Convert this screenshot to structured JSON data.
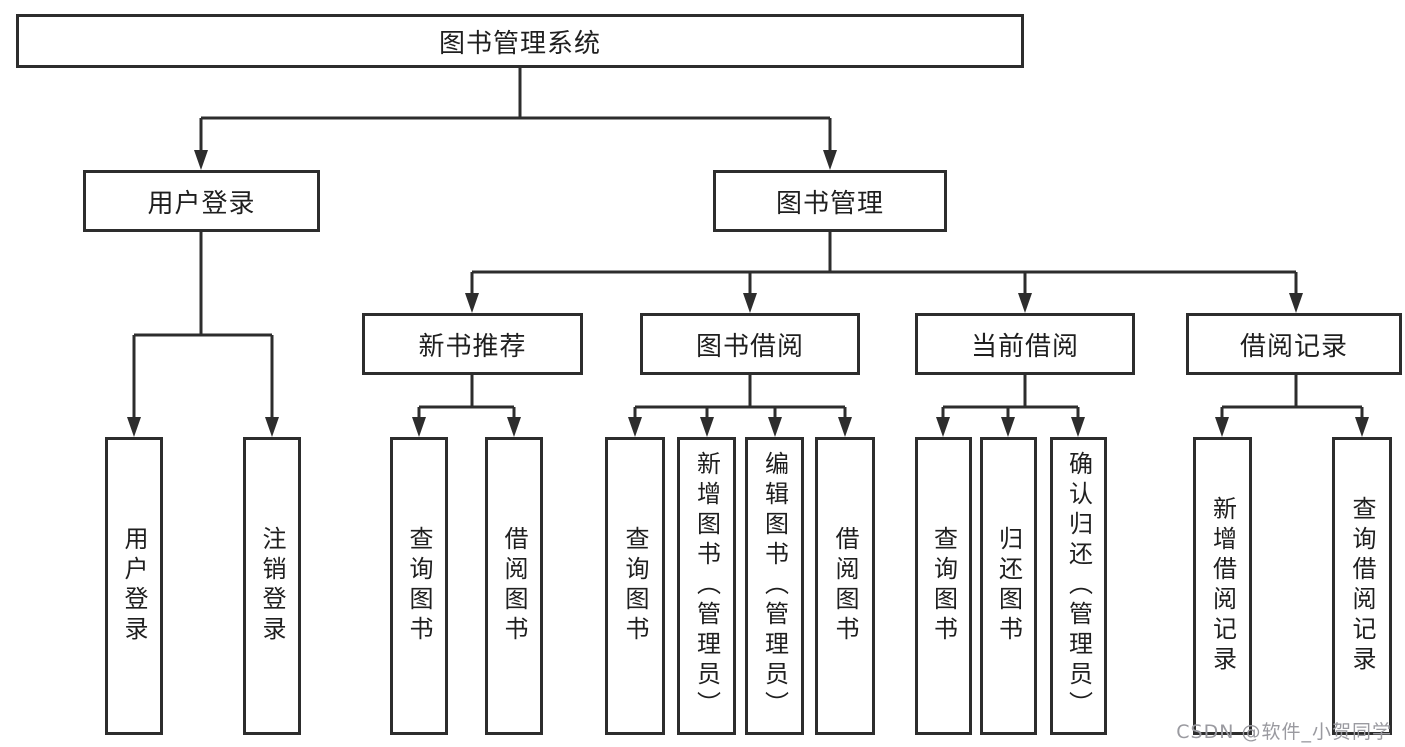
{
  "diagram": {
    "title": "图书管理系统",
    "branches": [
      {
        "label": "用户登录",
        "children": [
          {
            "label": "用户登录"
          },
          {
            "label": "注销登录"
          }
        ]
      },
      {
        "label": "图书管理",
        "children": [
          {
            "label": "新书推荐",
            "children": [
              {
                "label": "查询图书"
              },
              {
                "label": "借阅图书"
              }
            ]
          },
          {
            "label": "图书借阅",
            "children": [
              {
                "label": "查询图书"
              },
              {
                "label": "新增图书（管理员）"
              },
              {
                "label": "编辑图书（管理员）"
              },
              {
                "label": "借阅图书"
              }
            ]
          },
          {
            "label": "当前借阅",
            "children": [
              {
                "label": "查询图书"
              },
              {
                "label": "归还图书"
              },
              {
                "label": "确认归还（管理员）"
              }
            ]
          },
          {
            "label": "借阅记录",
            "children": [
              {
                "label": "新增借阅记录"
              },
              {
                "label": "查询借阅记录"
              }
            ]
          }
        ]
      }
    ]
  },
  "watermark": "CSDN @软件_小贺同学",
  "colors": {
    "line": "#2d2d2d",
    "text": "#1f1f1f",
    "watermark": "#9a9aa0",
    "background": "#ffffff"
  }
}
